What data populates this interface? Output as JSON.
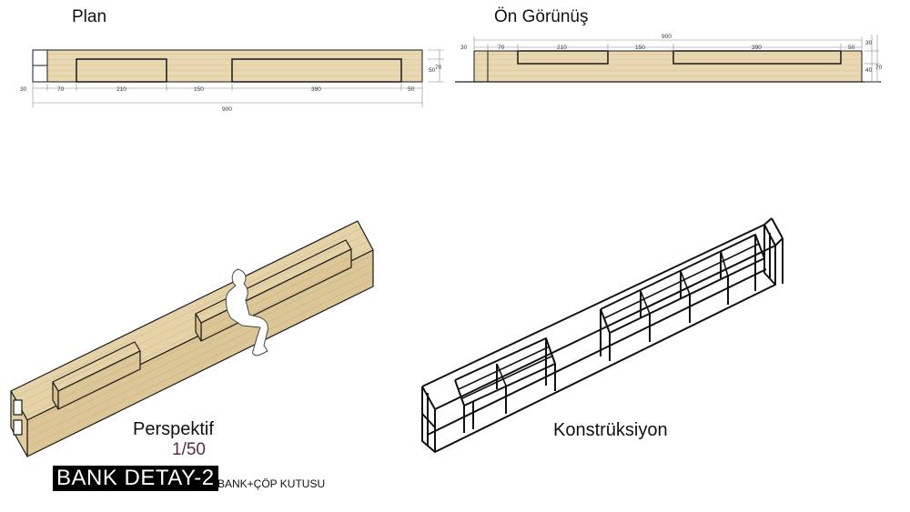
{
  "titles": {
    "plan": "Plan",
    "front": "Ön Görünüş",
    "perspective": "Perspektif",
    "construction": "Konstrüksiyon"
  },
  "scale": "1/50",
  "sheet_title": "BANK DETAY-2",
  "sheet_subtitle": "BANK+ÇÖP KUTUSU",
  "plan_dims": {
    "bottom": [
      "30",
      "70",
      "210",
      "150",
      "390",
      "50"
    ],
    "total": "900",
    "right": [
      "50",
      "70"
    ]
  },
  "front_dims": {
    "total": "900",
    "top": [
      "30",
      "70",
      "210",
      "150",
      "390",
      "50"
    ],
    "right": [
      "30",
      "40",
      "70"
    ]
  },
  "colors": {
    "wood": "#e9d7b2",
    "wood_line": "#d6c092",
    "outline": "#1a1a1a",
    "dim": "#777777",
    "title_bg": "#000000",
    "scale_text": "#5b2a4a"
  }
}
